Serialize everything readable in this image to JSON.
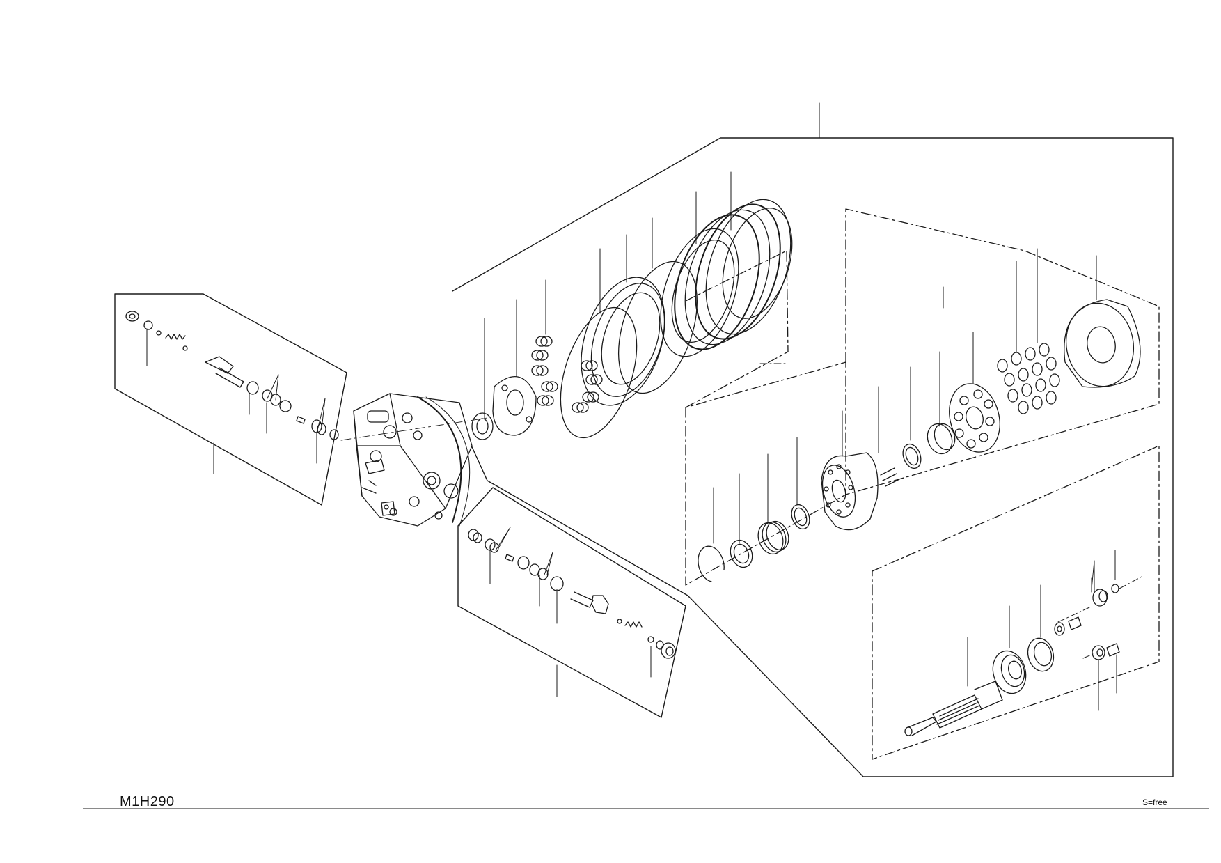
{
  "sheet": {
    "drawing_code": "M1H290",
    "scale_note": "S=free"
  },
  "diagram": {
    "kind": "exploded parts view",
    "line_color": "#1a1a1a",
    "callout_style": "unnumbered leader lines"
  }
}
